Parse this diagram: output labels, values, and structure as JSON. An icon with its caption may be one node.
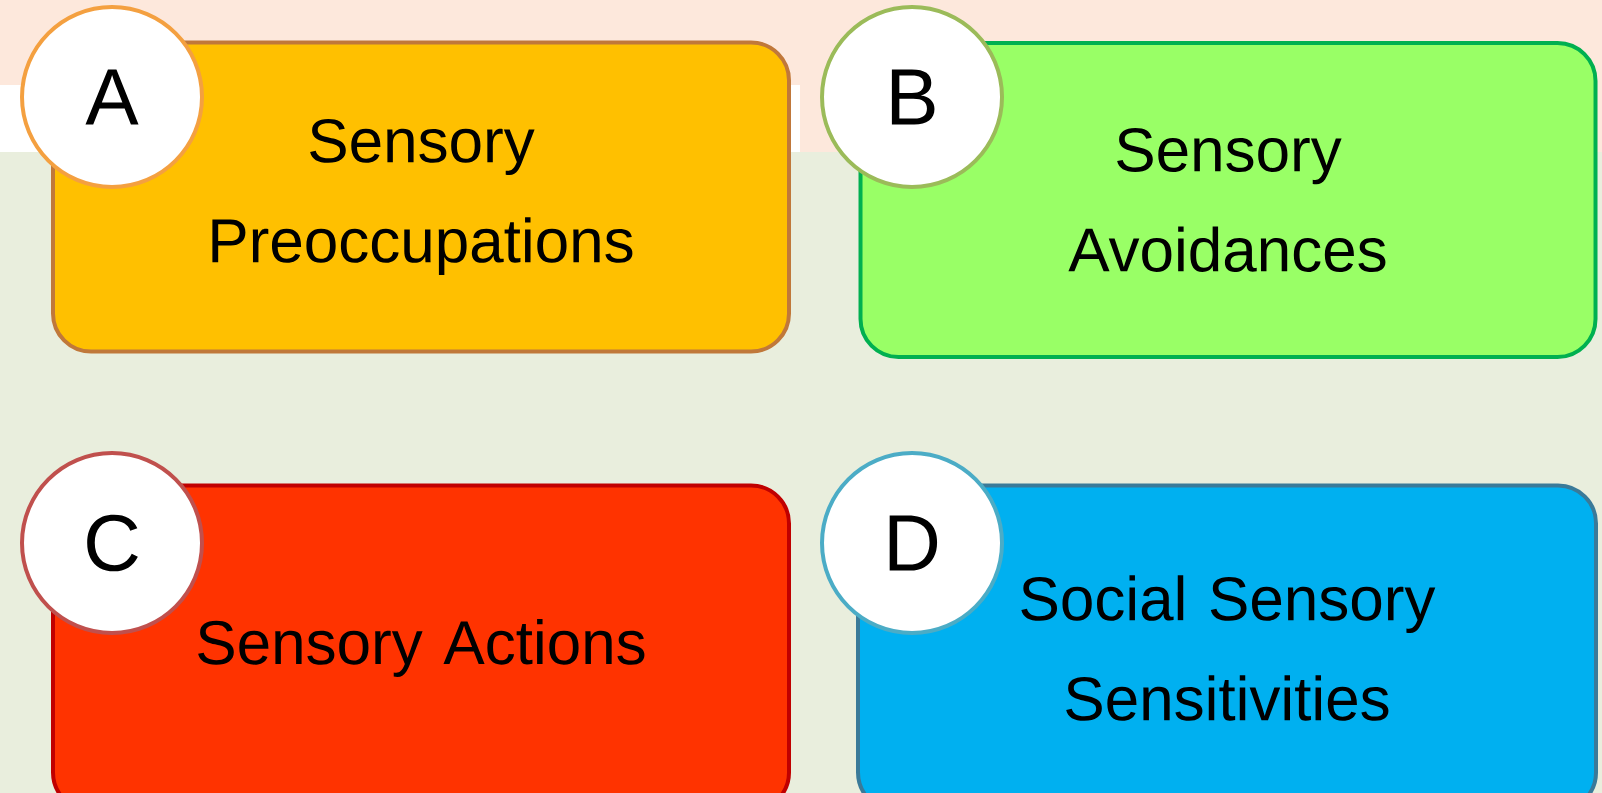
{
  "diagram": {
    "nodes": [
      {
        "text": [
          "A"
        ]
      },
      {
        "text": [
          "Sensory Preoccupations"
        ]
      },
      {
        "text": [
          "B"
        ]
      },
      {
        "text": [
          "Sensory Avoidances"
        ]
      },
      {
        "text": [
          "C"
        ]
      },
      {
        "text": [
          "Sensory Actions"
        ]
      },
      {
        "text": [
          "D"
        ]
      },
      {
        "text": [
          "Social Sensory Sensitivities"
        ]
      }
    ]
  }
}
